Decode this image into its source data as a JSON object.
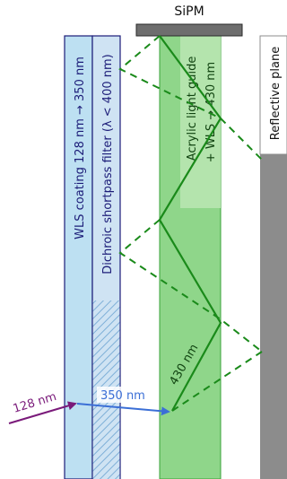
{
  "sipm_label": "SiPM",
  "wls_coating_label": "WLS coating 128 nm → 350 nm",
  "dichroic_filter_label": "Dichroic shortpass filter (λ < 400 nm)",
  "light_guide_label_line1": "Acrylic  light  guide",
  "light_guide_label_line2": "+ WLS → 430 nm",
  "reflective_plane_label": "Reflective plane",
  "incoming_wavelength_label": "128 nm",
  "shifted_wavelength_label": "350 nm",
  "guided_wavelength_label": "430 nm",
  "colors": {
    "wls_coating": "#bde0f2",
    "dichroic_filter": "#cfe3f3",
    "filter_hatch": "#7fb0d8",
    "light_guide": "#8fd68a",
    "light_guide_inner": "#b8e6b0",
    "reflective_plane": "#8c8c8c",
    "sipm": "#6e6e6e",
    "ray_green": "#1a8a1a",
    "ray_purple": "#7a1a7a",
    "ray_blue": "#3b6fd6",
    "edge_navy": "#1c1c78"
  }
}
